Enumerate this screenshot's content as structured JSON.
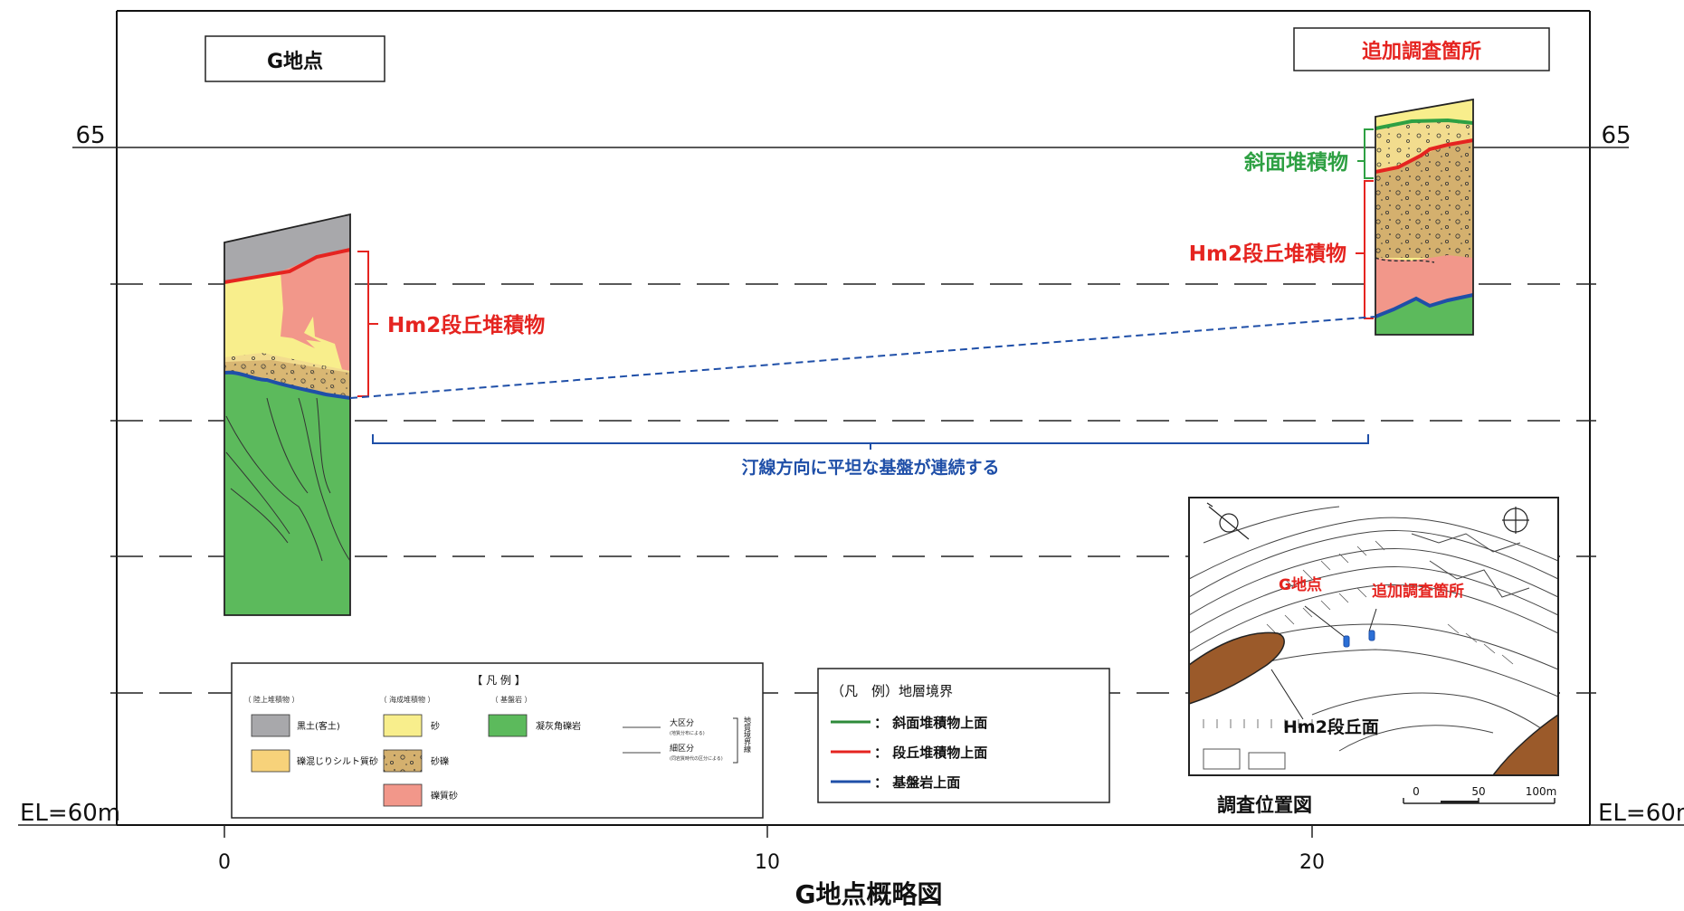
{
  "title": "G地点概略図",
  "el_axis": {
    "top_label": "65",
    "bottom_label": "EL=60m"
  },
  "x_ticks": [
    "0",
    "10",
    "20"
  ],
  "boxes": {
    "left_title": "G地点",
    "right_title": "追加調査箇所"
  },
  "annotations": {
    "left_hm2": "Hm2段丘堆積物",
    "right_slope": "斜面堆積物",
    "right_hm2": "Hm2段丘堆積物",
    "continuity": "汀線方向に平坦な基盤が連続する"
  },
  "legend": {
    "title": "【 凡 例 】",
    "groups": [
      "（ 陸上堆積物 ）",
      "（ 海成堆積物 ）",
      "（ 基盤岩 ）"
    ],
    "items": [
      {
        "label": "黒土(客土)",
        "color": "#a8a8ab"
      },
      {
        "label": "礫混じりシルト質砂",
        "color": "#f7d27a"
      },
      {
        "label": "砂",
        "color": "#f8ee8c"
      },
      {
        "label": "砂礫",
        "color": "#d4b06e"
      },
      {
        "label": "礫質砂",
        "color": "#f2978a"
      },
      {
        "label": "凝灰角礫岩",
        "color": "#5cba5c"
      }
    ],
    "line_major": "大区分",
    "line_major_note": "(地質分布による)",
    "line_minor": "細区分",
    "line_minor_note": "(同岩質時代の区分による)",
    "side_note": "地質境界線"
  },
  "boundary_legend": {
    "title": "（凡　例）地層境界",
    "items": [
      {
        "label": "：  斜面堆積物上面",
        "color": "#2e8b3a"
      },
      {
        "label": "：  段丘堆積物上面",
        "color": "#e52420"
      },
      {
        "label": "：  基盤岩上面",
        "color": "#1f4fa8"
      }
    ]
  },
  "inset": {
    "title": "調査位置図",
    "label_g": "G地点",
    "label_added": "追加調査箇所",
    "label_hm2": "Hm2段丘面",
    "scale_labels": [
      "0",
      "50",
      "100m"
    ]
  },
  "colors": {
    "red_text": "#e52420",
    "green_text": "#2ea043",
    "blue_text": "#1f4fa8",
    "bedrock": "#5cba5c",
    "black_soil": "#a8a8ab",
    "sand": "#f8ee8c",
    "gravel": "#d4b06e",
    "pebbly_sand": "#f2978a",
    "terrace_brown": "#9b5a2a"
  }
}
